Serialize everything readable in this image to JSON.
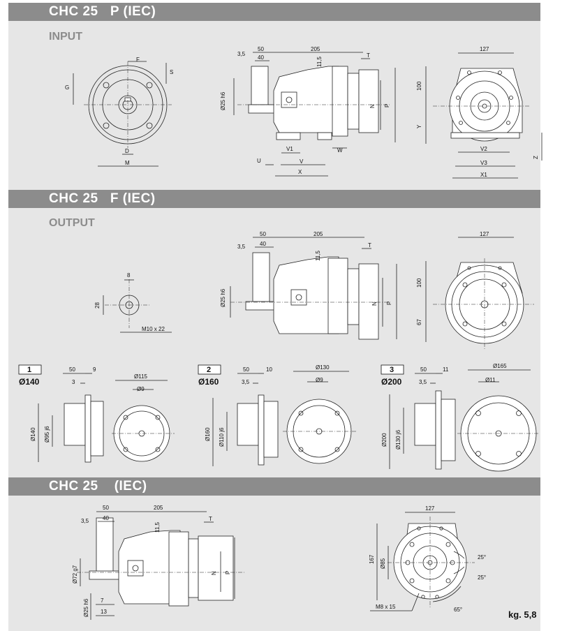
{
  "sections": [
    {
      "title": "CHC 25   P (IEC)",
      "subtitle": "INPUT"
    },
    {
      "title": "CHC 25   F (IEC)",
      "subtitle": "OUTPUT"
    },
    {
      "title": "CHC 25    (IEC)"
    }
  ],
  "weight": "kg. 5,8",
  "input": {
    "front": {
      "F": "F",
      "G": "G",
      "S": "S",
      "D": "D",
      "M": "M"
    },
    "side": {
      "d50": "50",
      "d3_5": "3,5",
      "d40": "40",
      "d205": "205",
      "d11_5": "11,5",
      "T": "T",
      "shaft": "Ø25 h6",
      "N": "N",
      "P": "P",
      "V1": "V1",
      "V": "V",
      "W": "W",
      "U": "U",
      "X": "X"
    },
    "end": {
      "d127": "127",
      "d100": "100",
      "Y": "Y",
      "Z": "Z",
      "V2": "V2",
      "V3": "V3",
      "X1": "X1"
    }
  },
  "output": {
    "shaft": {
      "d8": "8",
      "d28": "28",
      "thread": "M10 x 22"
    },
    "side": {
      "d50": "50",
      "d3_5": "3,5",
      "d40": "40",
      "d205": "205",
      "d11_5": "11,5",
      "T": "T",
      "shaft": "Ø25 h6",
      "N": "N",
      "P": "P"
    },
    "end": {
      "d127": "127",
      "d100": "100",
      "d67": "67"
    }
  },
  "flanges": [
    {
      "num": "1",
      "dia": "Ø140",
      "d50": "50",
      "dT": "9",
      "d3": "3",
      "pcd": "Ø115",
      "hole": "Ø9",
      "outer": "Ø140",
      "spig": "Ø95 j6"
    },
    {
      "num": "2",
      "dia": "Ø160",
      "d50": "50",
      "dT": "10",
      "d3": "3,5",
      "pcd": "Ø130",
      "hole": "Ø9",
      "outer": "Ø160",
      "spig": "Ø110 j6"
    },
    {
      "num": "3",
      "dia": "Ø200",
      "d50": "50",
      "dT": "11",
      "d3": "3,5",
      "pcd": "Ø165",
      "hole": "Ø11",
      "outer": "Ø200",
      "spig": "Ø130 j6"
    }
  ],
  "plain": {
    "side": {
      "d50": "50",
      "d3_5": "3,5",
      "d40": "40",
      "d205": "205",
      "d11_5": "11,5",
      "T": "T",
      "shaft1": "Ø72 g7",
      "shaft2": "Ø25 h6",
      "d7": "7",
      "d13": "13",
      "N": "N",
      "P": "P"
    },
    "end": {
      "d127": "127",
      "d167": "167",
      "d85": "Ø85",
      "a25a": "25°",
      "a25b": "25°",
      "a65": "65°",
      "thread": "M8 x 15"
    }
  }
}
